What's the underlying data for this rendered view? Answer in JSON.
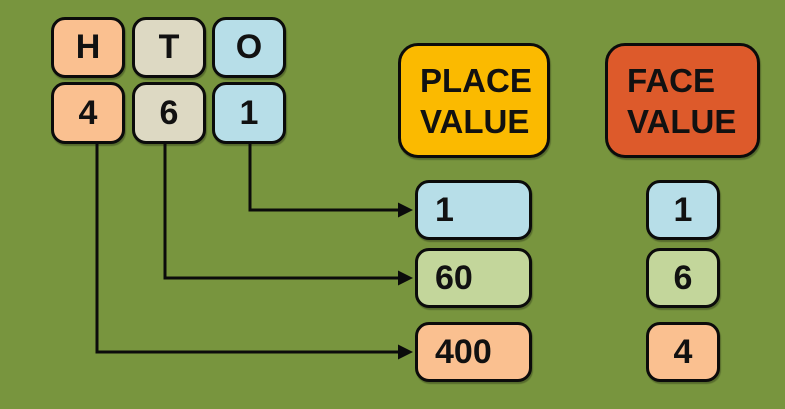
{
  "background_color": "#78953E",
  "border_color": "#0b0b0b",
  "hto": {
    "headers": [
      {
        "label": "H",
        "color": "#FAC090"
      },
      {
        "label": "T",
        "color": "#DDD9C3"
      },
      {
        "label": "O",
        "color": "#B7DEE8"
      }
    ],
    "digits": [
      {
        "label": "4",
        "color": "#FAC090"
      },
      {
        "label": "6",
        "color": "#DDD9C3"
      },
      {
        "label": "1",
        "color": "#B7DEE8"
      }
    ]
  },
  "place_value": {
    "title_line1": "PLACE",
    "title_line2": "VALUE",
    "title_color": "#FBBA00",
    "values": [
      {
        "label": "1",
        "color": "#B7DEE8"
      },
      {
        "label": "60",
        "color": "#C3D69B"
      },
      {
        "label": "400",
        "color": "#FAC090"
      }
    ]
  },
  "face_value": {
    "title_line1": "FACE",
    "title_line2": "VALUE",
    "title_color": "#DD5A2B",
    "values": [
      {
        "label": "1",
        "color": "#B7DEE8"
      },
      {
        "label": "6",
        "color": "#C3D69B"
      },
      {
        "label": "4",
        "color": "#FAC090"
      }
    ]
  },
  "arrows": [
    {
      "from_digit": "1",
      "to_place_value": "1"
    },
    {
      "from_digit": "6",
      "to_place_value": "60"
    },
    {
      "from_digit": "4",
      "to_place_value": "400"
    }
  ]
}
